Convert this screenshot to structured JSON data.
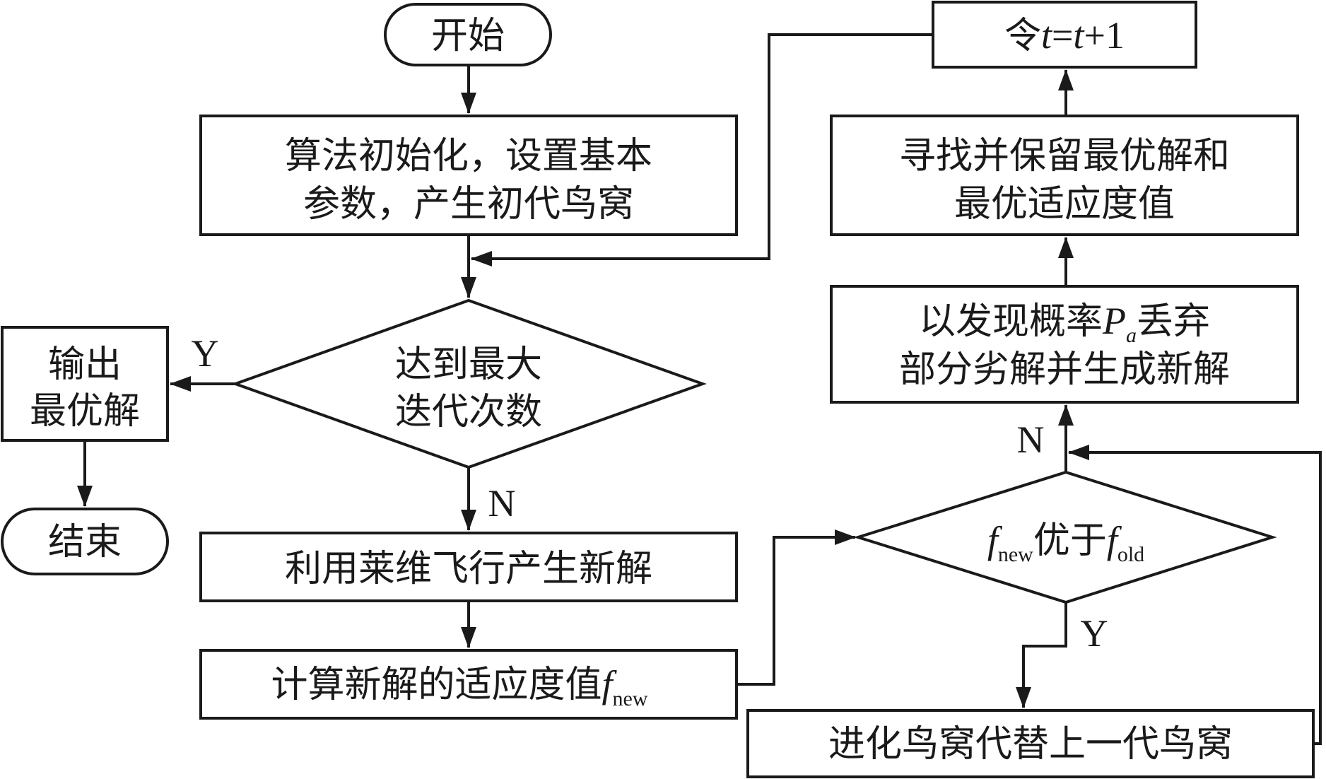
{
  "nodes": {
    "start": "开始",
    "init": [
      "算法初始化，设置基本",
      "参数，产生初代鸟窝"
    ],
    "decision_max": [
      "达到最大",
      "迭代次数"
    ],
    "output": [
      "输出",
      "最优解"
    ],
    "end": "结束",
    "levy": "利用莱维飞行产生新解",
    "fitness": {
      "text": "计算新解的适应度值",
      "var": "f",
      "sub": "new"
    },
    "compare": {
      "f": "f",
      "sub1": "new",
      "mid": "优于",
      "sub2": "old"
    },
    "replace": "进化鸟窝代替上一代鸟窝",
    "discard": {
      "line1_pre": "以发现概率",
      "var": "P",
      "sub": "a",
      "line1_post": "丢弃",
      "line2": "部分劣解并生成新解"
    },
    "keep_best": [
      "寻找并保留最优解和",
      "最优适应度值"
    ],
    "increment": {
      "pre": "令",
      "expr": [
        "t",
        "=",
        "t",
        "+1"
      ]
    }
  },
  "labels": {
    "max_yes": "Y",
    "max_no": "N",
    "compare_yes": "Y",
    "compare_no": "N"
  },
  "colors": {
    "stroke": "#1a1a1a",
    "fill": "#ffffff"
  }
}
